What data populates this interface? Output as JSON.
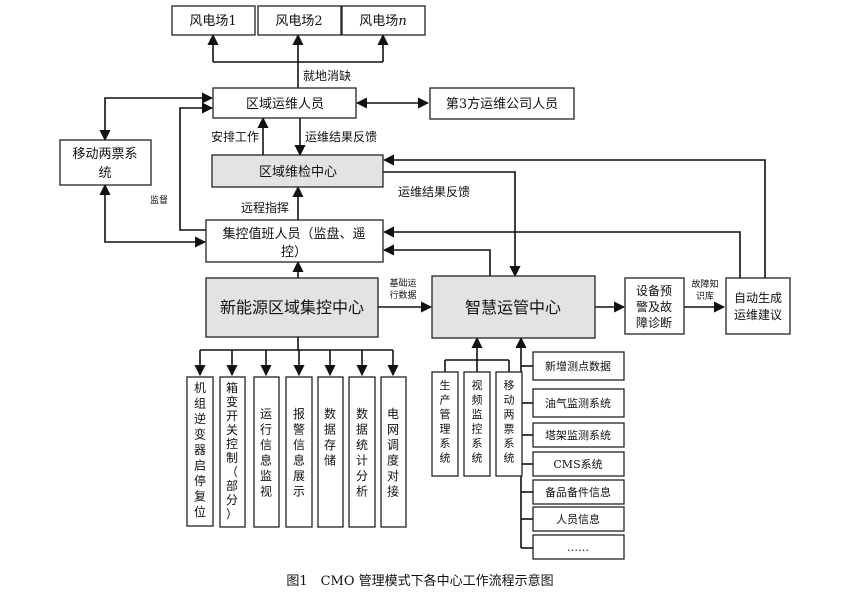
{
  "nodes": {
    "wind1": "风电场1",
    "wind2": "风电场2",
    "windn_prefix": "风电场",
    "windn_suffix": "n",
    "regional_staff": "区域运维人员",
    "third_party": "第3方运维公司人员",
    "mobile_tickets": [
      "移动两票系",
      "统"
    ],
    "repair_center": "区域维检中心",
    "duty_staff": [
      "集控值班人员（监盘、遥",
      "控）"
    ],
    "control_center": "新能源区域集控中心",
    "smart_center": "智慧运管中心",
    "diagnosis": [
      "设备预",
      "警及故",
      "障诊断"
    ],
    "suggestion": [
      "自动生成",
      "运维建议"
    ],
    "control_funcs": [
      "机组逆变器启停复位",
      "箱变开关控制（部分）",
      "运行信息监视",
      "报警信息展示",
      "数据存储",
      "数据统计分析",
      "电网调度对接"
    ],
    "smart_subsystems": [
      "生产管理系统",
      "视频监控系统",
      "移动两票系统"
    ],
    "smart_data": [
      "新增测点数据",
      "油气监测系统",
      "塔架监测系统",
      "CMS系统",
      "备品备件信息",
      "人员信息",
      "……"
    ]
  },
  "labels": {
    "local_elimination": "就地消缺",
    "arrange_work": "安排工作",
    "om_feedback_1": "运维结果反馈",
    "om_feedback_2": "运维结果反馈",
    "supervise": "监督",
    "remote_command": "远程指挥",
    "basic_data": [
      "基础运",
      "行数据"
    ],
    "fault_kb": [
      "故障知",
      "识库"
    ]
  },
  "caption": "图1　CMO 管理模式下各中心工作流程示意图"
}
